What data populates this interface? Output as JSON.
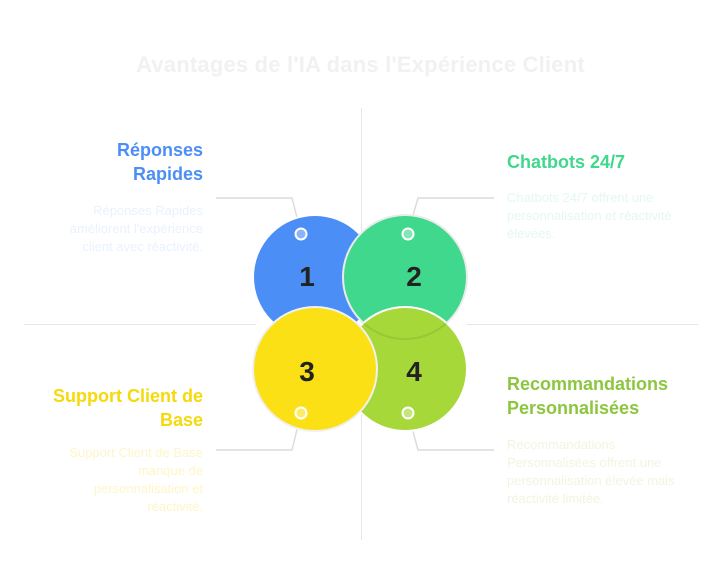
{
  "title": "Avantages de l'IA dans l'Expérience Client",
  "colors": {
    "blue": "#4b8ef5",
    "green": "#3fd88c",
    "yellow": "#fbe016",
    "lime": "#a6d83a"
  },
  "items": [
    {
      "number": "1",
      "heading": "Réponses Rapides",
      "description": "Réponses Rapides améliorent l'expérience client avec réactivité."
    },
    {
      "number": "2",
      "heading": "Chatbots 24/7",
      "description": "Chatbots 24/7 offrent une personnalisation et réactivité élevées."
    },
    {
      "number": "3",
      "heading": "Support Client de Base",
      "description": "Support Client de Base manque de personnalisation et réactivité."
    },
    {
      "number": "4",
      "heading": "Recommandations Personnalisées",
      "description": "Recommandations Personnalisées offrent une personnalisation élevée mais réactivité limitée."
    }
  ]
}
